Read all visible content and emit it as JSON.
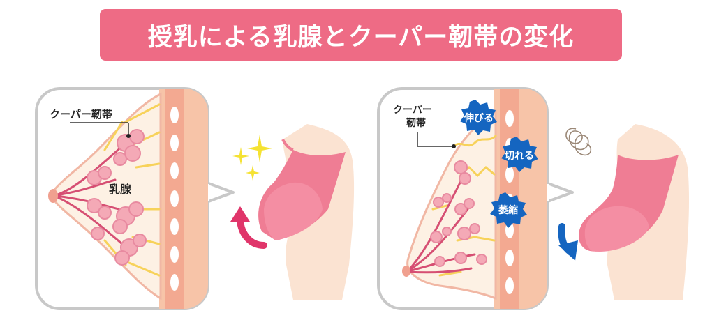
{
  "title": "授乳による乳腺とクーパー靭帯の変化",
  "before": {
    "label_cooper": "クーパー靭帯",
    "label_gland": "乳腺"
  },
  "after": {
    "label_cooper_line1": "クーパー",
    "label_cooper_line2": "靭帯",
    "badge_stretch": "伸びる",
    "badge_cut": "切れる",
    "badge_shrink": "萎縮"
  },
  "colors": {
    "banner": "#ee6b85",
    "bubble_border": "#c8c8c8",
    "skin": "#fbe3d2",
    "bra": "#ef7d94",
    "gland": "#f4a9b6",
    "ligament": "#f7d25a",
    "badge_blue": "#1565c0",
    "arrow_up": "#e0356a",
    "arrow_down": "#1565c0"
  }
}
